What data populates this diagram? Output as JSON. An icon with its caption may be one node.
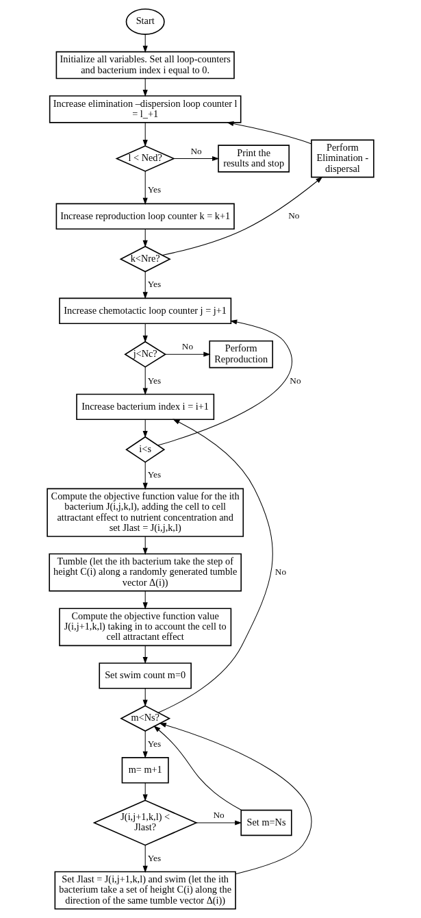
{
  "diagram": {
    "nodes": [
      {
        "text": [
          "Start"
        ]
      },
      {
        "text": [
          "Initialize all variables. Set all loop-counters and bacterium index i equal to 0."
        ]
      },
      {
        "text": [
          "Increase elimination –dispersion loop counter l = l_+1"
        ]
      },
      {
        "text": [
          "l < Ned?"
        ]
      },
      {
        "text": [
          "Print the results and stop"
        ]
      },
      {
        "text": [
          "Perform Elimination - dispersal"
        ]
      },
      {
        "text": [
          "Increase reproduction loop counter k = k+1"
        ]
      },
      {
        "text": [
          "k<Nre?"
        ]
      },
      {
        "text": [
          "Increase chemotactic loop counter j = j+1"
        ]
      },
      {
        "text": [
          "j<Nc?"
        ]
      },
      {
        "text": [
          "Perform Reproduction"
        ]
      },
      {
        "text": [
          "Increase bacterium index i = i+1"
        ]
      },
      {
        "text": [
          "i<s"
        ]
      },
      {
        "text": [
          "Compute the objective function value for the ith bacterium J(i,j,k,l), adding the cell to cell attractant effect to nutrient concentration and set Jlast = J(i,j,k,l)"
        ]
      },
      {
        "text": [
          "Tumble (let the ith bacterium take the step of height C(i) along a randomly generated tumble vector Δ(i))"
        ]
      },
      {
        "text": [
          "Compute the objective function value J(i,j+1,k,l) taking in to account the cell to cell attractant effect"
        ]
      },
      {
        "text": [
          "Set swim count m=0"
        ]
      },
      {
        "text": [
          "m<Ns?"
        ]
      },
      {
        "text": [
          "m= m+1"
        ]
      },
      {
        "text": [
          "J(i,j+1,k,l) < Jlast?"
        ]
      },
      {
        "text": [
          "Set m=Ns"
        ]
      },
      {
        "text": [
          "Set Jlast = J(i,j+1,k,l) and swim (let the ith bacterium take a set of height C(i) along the direction of the same tumble vector Δ(i))"
        ]
      }
    ],
    "edges": [
      {
        "from": 0,
        "to": 1,
        "arrow": "to"
      },
      {
        "from": 1,
        "to": 2,
        "arrow": "to"
      },
      {
        "from": 2,
        "to": 3,
        "arrow": "to"
      },
      {
        "from": 3,
        "to": 4,
        "arrow": "to",
        "label": "No"
      },
      {
        "from": 3,
        "to": 6,
        "arrow": "to",
        "label": "Yes"
      },
      {
        "from": 5,
        "to": 2,
        "arrow": "to"
      },
      {
        "from": 6,
        "to": 7,
        "arrow": "to"
      },
      {
        "from": 7,
        "to": 5,
        "arrow": "to",
        "label": "No"
      },
      {
        "from": 7,
        "to": 8,
        "arrow": "to",
        "label": "Yes"
      },
      {
        "from": 8,
        "to": 9,
        "arrow": "to"
      },
      {
        "from": 9,
        "to": 10,
        "arrow": "to",
        "label": "No"
      },
      {
        "from": 9,
        "to": 11,
        "arrow": "to",
        "label": "Yes"
      },
      {
        "from": 11,
        "to": 12,
        "arrow": "to"
      },
      {
        "from": 12,
        "to": 8,
        "arrow": "to",
        "label": "No"
      },
      {
        "from": 12,
        "to": 13,
        "arrow": "to",
        "label": "Yes"
      },
      {
        "from": 13,
        "to": 14,
        "arrow": "to"
      },
      {
        "from": 14,
        "to": 15,
        "arrow": "to"
      },
      {
        "from": 15,
        "to": 16,
        "arrow": "to"
      },
      {
        "from": 16,
        "to": 17,
        "arrow": "to"
      },
      {
        "from": 17,
        "to": 11,
        "arrow": "to",
        "label": "No"
      },
      {
        "from": 17,
        "to": 18,
        "arrow": "to",
        "label": "Yes"
      },
      {
        "from": 18,
        "to": 19,
        "arrow": "to"
      },
      {
        "from": 19,
        "to": 20,
        "arrow": "to",
        "label": "No"
      },
      {
        "from": 19,
        "to": 21,
        "arrow": "to",
        "label": "Yes"
      },
      {
        "from": 20,
        "to": 17,
        "arrow": "to"
      },
      {
        "from": 21,
        "to": 17,
        "arrow": "to"
      }
    ]
  }
}
